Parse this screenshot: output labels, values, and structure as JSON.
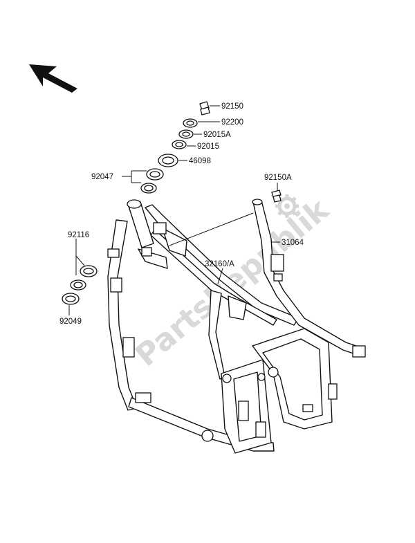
{
  "watermark": {
    "text": "PartsRepublik",
    "icon": "gear-icon"
  },
  "orientation_icon": "arrow-up-left-icon",
  "labels": {
    "p92150": "92150",
    "p92200": "92200",
    "p92015A": "92015A",
    "p92015": "92015",
    "p46098": "46098",
    "p92047": "92047",
    "p92150A": "92150A",
    "p31064": "31064",
    "p32160A": "32160/A",
    "p92116": "92116",
    "p92049": "92049"
  }
}
